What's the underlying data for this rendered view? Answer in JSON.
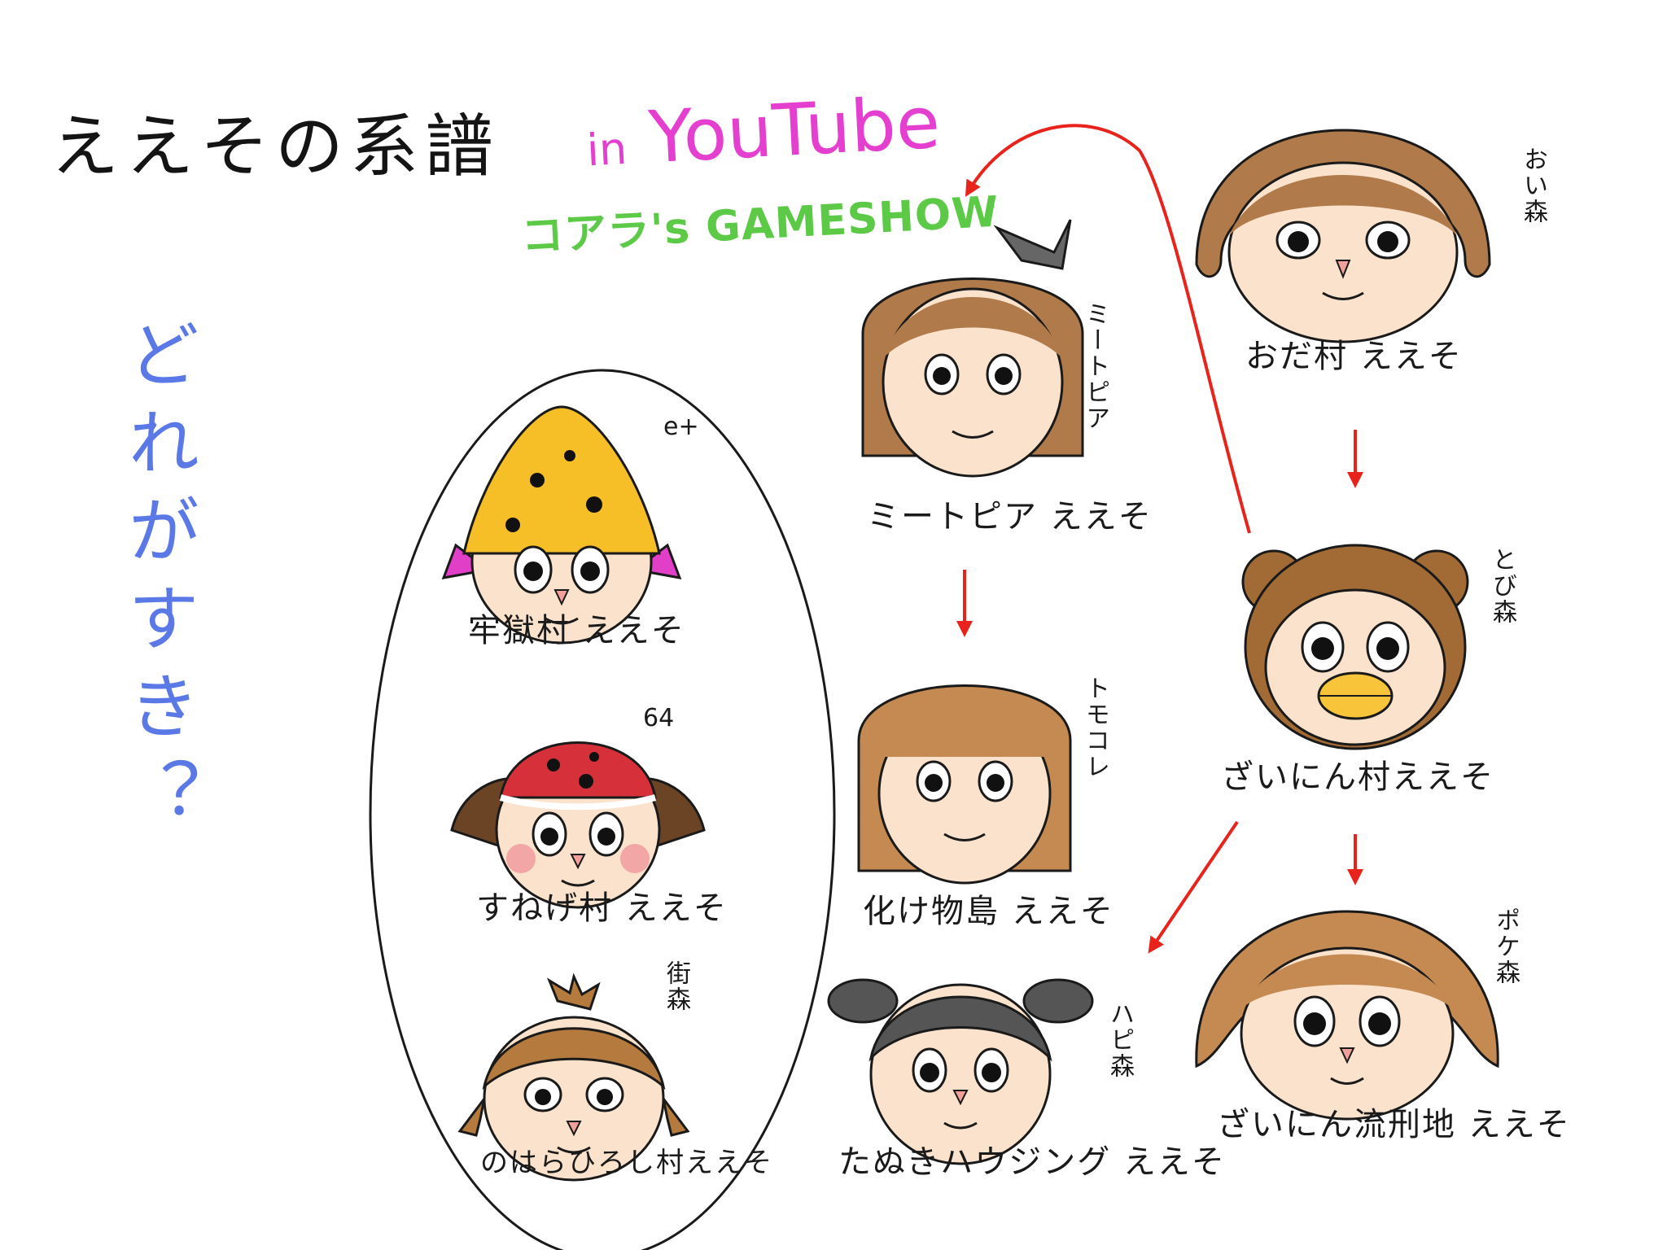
{
  "title": "ええその系譜",
  "platform_prefix": "in",
  "platform": "YouTube",
  "channel": "コアラ's GAMESHOW",
  "question": "どれがすき？",
  "colors": {
    "title": "#141414",
    "youtube": "#e53fd0",
    "channel": "#5cc947",
    "question": "#5b79e6",
    "arrow": "#e8231c"
  },
  "groups": {
    "left_oval": [
      "牢獄村 ええそ",
      "すねげ村 ええそ",
      "のはらひろし村ええそ"
    ]
  },
  "characters": [
    {
      "id": "odamura",
      "label": "おだ村 ええそ",
      "game": "おい森"
    },
    {
      "id": "zainin",
      "label": "ざいにん村ええそ",
      "game": "とび森"
    },
    {
      "id": "zainin-ruke",
      "label": "ざいにん流刑地 ええそ",
      "game": "ポケ森"
    },
    {
      "id": "meatopia",
      "label": "ミートピア ええそ",
      "game": "ミートピア"
    },
    {
      "id": "bakemono",
      "label": "化け物島 ええそ",
      "game": "トモコレ"
    },
    {
      "id": "tanuki",
      "label": "たぬきハウジング ええそ",
      "game": "ハピ森"
    },
    {
      "id": "rougoku",
      "label": "牢獄村 ええそ",
      "game": "e+"
    },
    {
      "id": "sunege",
      "label": "すねげ村 ええそ",
      "game": "64"
    },
    {
      "id": "nohara",
      "label": "のはらひろし村ええそ",
      "game": "街森"
    }
  ]
}
